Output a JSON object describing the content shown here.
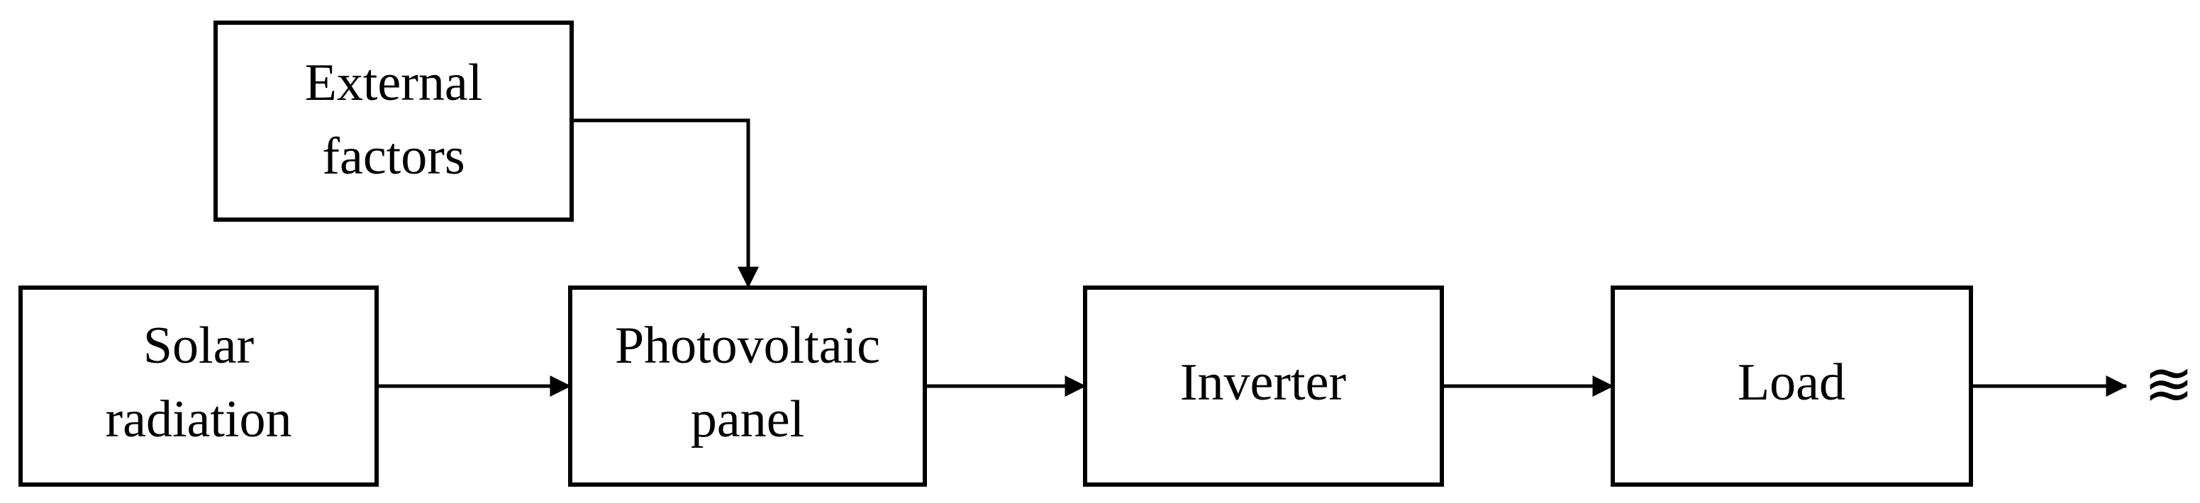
{
  "diagram": {
    "nodes": {
      "external_factors": {
        "line1": "External",
        "line2": "factors"
      },
      "solar_radiation": {
        "line1": "Solar",
        "line2": "radiation"
      },
      "photovoltaic_panel": {
        "line1": "Photovoltaic",
        "line2": "panel"
      },
      "inverter": {
        "label": "Inverter"
      },
      "load": {
        "label": "Load"
      }
    },
    "output_symbol": "≋",
    "edges": [
      {
        "from": "External factors",
        "to": "Photovoltaic panel"
      },
      {
        "from": "Solar radiation",
        "to": "Photovoltaic panel"
      },
      {
        "from": "Photovoltaic panel",
        "to": "Inverter"
      },
      {
        "from": "Inverter",
        "to": "Load"
      },
      {
        "from": "Load",
        "to": "≋"
      }
    ]
  }
}
